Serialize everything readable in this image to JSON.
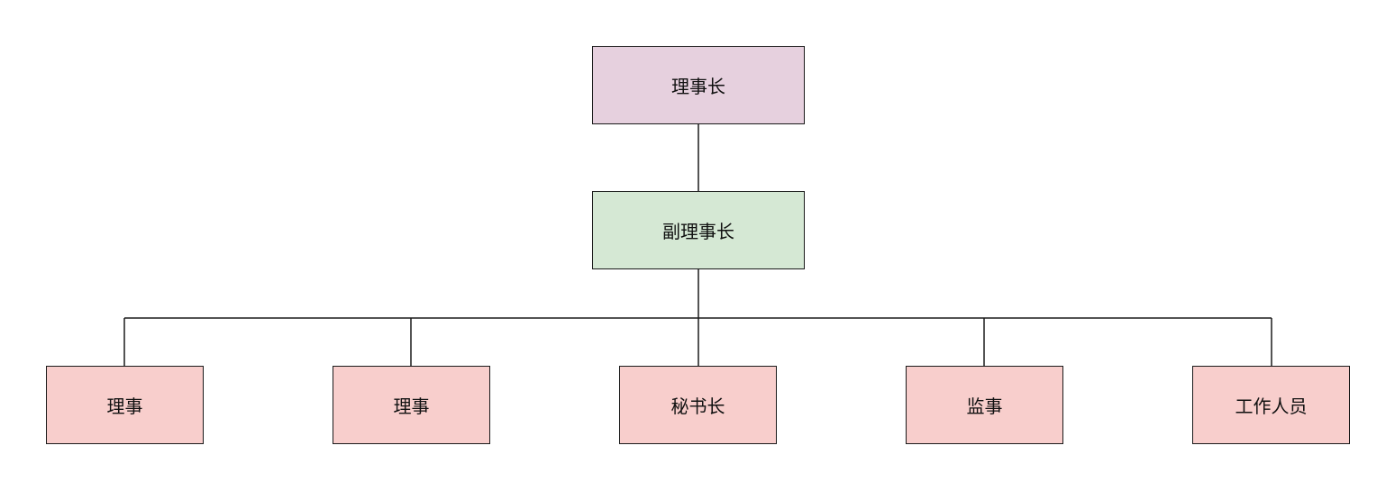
{
  "colors": {
    "top": "#e6d0de",
    "middle": "#d5e8d4",
    "bottom": "#f8cecc",
    "stroke": "#1a1a1a"
  },
  "nodes": {
    "chairman": "理事长",
    "vice_chairman": "副理事长",
    "director_1": "理事",
    "director_2": "理事",
    "secretary_general": "秘书长",
    "supervisor": "监事",
    "staff": "工作人员"
  }
}
